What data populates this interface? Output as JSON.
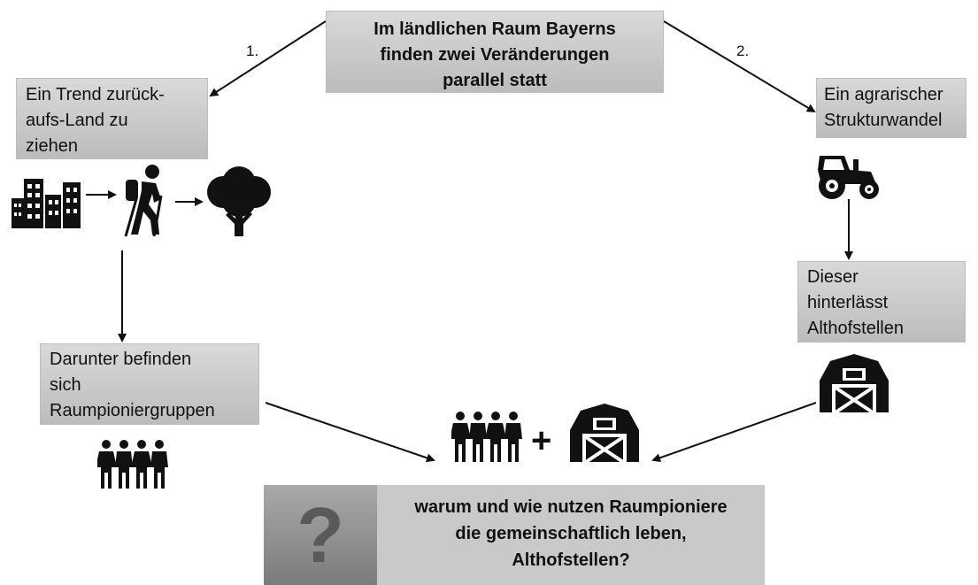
{
  "top_box": {
    "lines": [
      "Im ländlichen Raum Bayerns",
      "finden zwei Veränderungen",
      "parallel statt"
    ]
  },
  "step_labels": {
    "left": "1.",
    "right": "2."
  },
  "trend_box": {
    "lines": [
      "Ein Trend zurück-",
      "aufs-Land zu",
      "ziehen"
    ]
  },
  "agrar_box": {
    "lines": [
      "Ein agrarischer",
      "Strukturwandel"
    ]
  },
  "dieser_box": {
    "lines": [
      "Dieser",
      "hinterlässt",
      "Althofstellen"
    ]
  },
  "darunter_box": {
    "lines": [
      "Darunter befinden",
      "sich",
      "Raumpioniergruppen"
    ]
  },
  "plus_sign": "+",
  "question_box": {
    "icon_glyph": "?",
    "lines": [
      "warum und wie nutzen Raumpioniere",
      "die gemeinschaftlich leben,",
      "Althofstellen?"
    ]
  },
  "icons": [
    "city-buildings-icon",
    "hiker-icon",
    "tree-icon",
    "tractor-icon",
    "barn-icon",
    "people-group-icon",
    "question-mark-icon"
  ]
}
